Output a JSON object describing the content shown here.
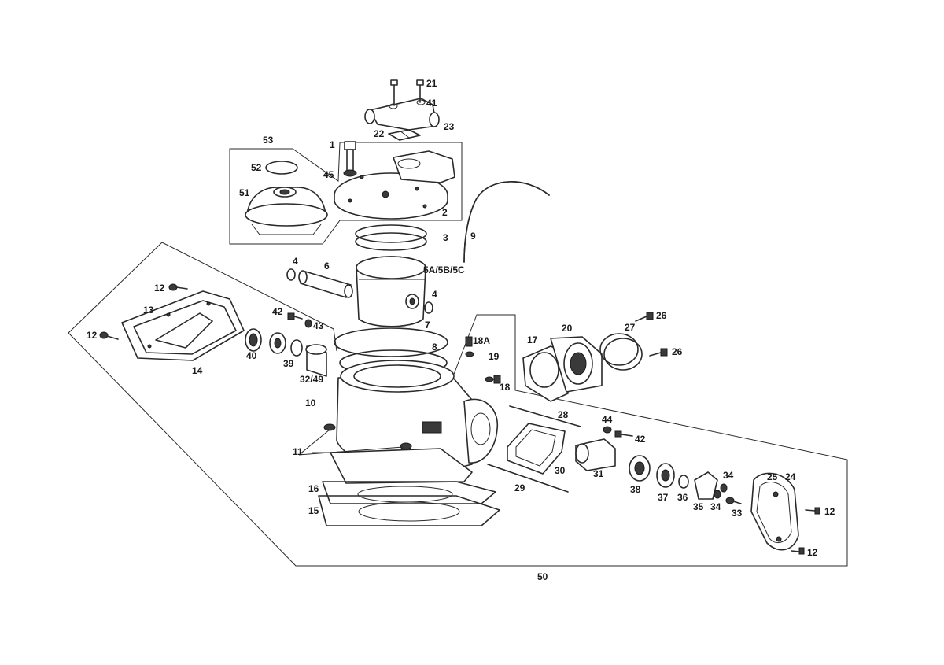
{
  "diagram": {
    "labels": {
      "l1": "1",
      "l2": "2",
      "l3": "3",
      "l4a": "4",
      "l4b": "4",
      "l5": "5A/5B/5C",
      "l6": "6",
      "l7": "7",
      "l8": "8",
      "l9": "9",
      "l10": "10",
      "l11": "11",
      "l12a": "12",
      "l12b": "12",
      "l12c": "12",
      "l12d": "12",
      "l13": "13",
      "l14": "14",
      "l15": "15",
      "l16": "16",
      "l17": "17",
      "l18a": "18A",
      "l18": "18",
      "l19": "19",
      "l20": "20",
      "l21": "21",
      "l22": "22",
      "l23": "23",
      "l24": "24",
      "l25": "25",
      "l26a": "26",
      "l26b": "26",
      "l27": "27",
      "l28": "28",
      "l29": "29",
      "l30": "30",
      "l31": "31",
      "l32": "32/49",
      "l33": "33",
      "l34a": "34",
      "l34b": "34",
      "l35": "35",
      "l36": "36",
      "l37": "37",
      "l38": "38",
      "l39": "39",
      "l40": "40",
      "l41": "41",
      "l42a": "42",
      "l42b": "42",
      "l43": "43",
      "l44": "44",
      "l45": "45",
      "l50": "50",
      "l51": "51",
      "l52": "52",
      "l53": "53"
    }
  }
}
